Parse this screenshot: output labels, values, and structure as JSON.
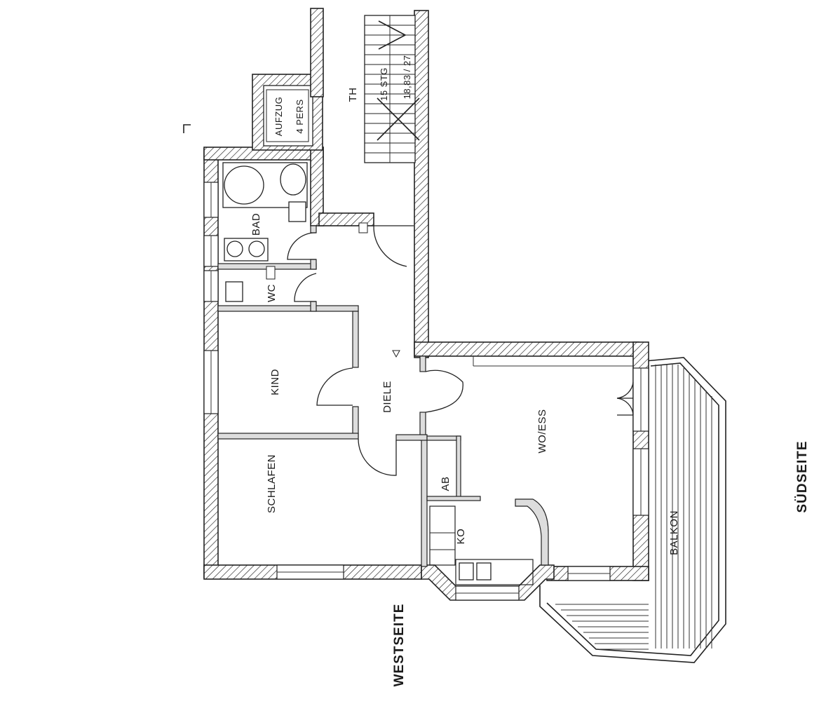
{
  "labels": {
    "bad": "BAD",
    "wc": "WC",
    "kind": "KIND",
    "diele": "DIELE",
    "schlafen": "SCHLAFEN",
    "wo_ess": "WO/ESS",
    "ab": "AB",
    "ko": "KO",
    "balkon": "BALKON",
    "th": "TH",
    "aufzug": "AUFZUG",
    "pers": "4 PERS",
    "stairs_count": "15 STG",
    "stairs_dim": "18,83 / 27",
    "westseite": "WESTSEITE",
    "suedseite": "SÜDSEITE"
  }
}
